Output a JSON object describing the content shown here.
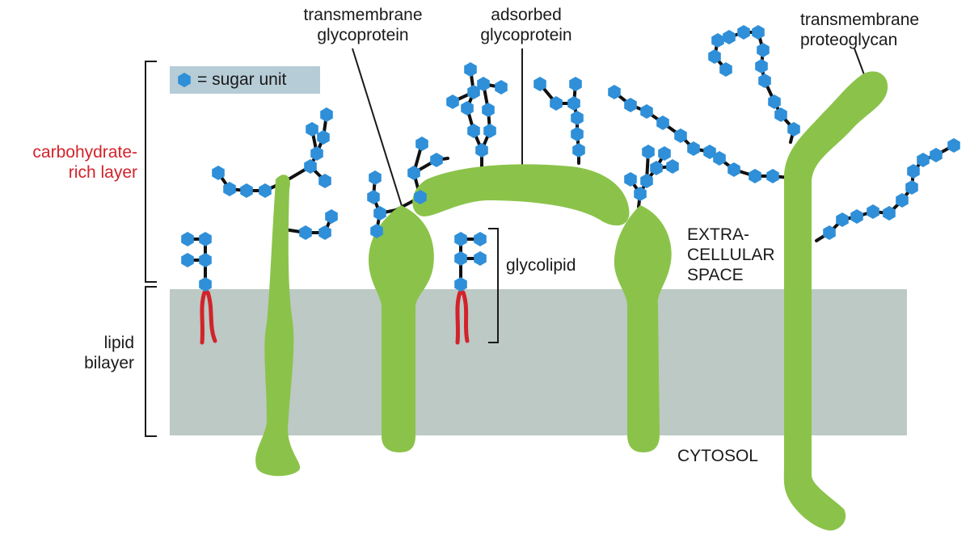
{
  "labels": {
    "transmembrane_glycoprotein": "transmembrane\nglycoprotein",
    "adsorbed_glycoprotein": "adsorbed\nglycoprotein",
    "transmembrane_proteoglycan": "transmembrane\nproteoglycan",
    "carbohydrate_rich_layer": "carbohydrate-\nrich layer",
    "lipid_bilayer": "lipid\nbilayer",
    "glycolipid": "glycolipid",
    "extracellular_space": "EXTRA-\nCELLULAR\nSPACE",
    "cytosol": "CYTOSOL"
  },
  "legend": {
    "symbol": "sugar-unit-icon",
    "text": "= sugar unit"
  },
  "colors": {
    "membrane": "#bcc9c4",
    "protein": "#8bc34a",
    "sugar": "#2f8fd8",
    "lipid_tail": "#d2232a",
    "red_label": "#d2232a",
    "legend_bg": "#b6ccd6"
  }
}
